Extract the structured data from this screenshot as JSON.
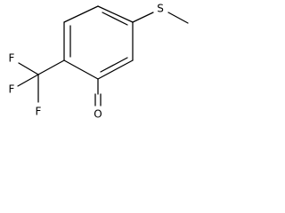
{
  "molecule": {
    "atoms": {
      "sulfur": "S",
      "oxygen": "O",
      "fluorine_1": "F",
      "fluorine_2": "F",
      "fluorine_3": "F"
    }
  },
  "colors": {
    "bond": "#000000",
    "background": "#ffffff"
  }
}
